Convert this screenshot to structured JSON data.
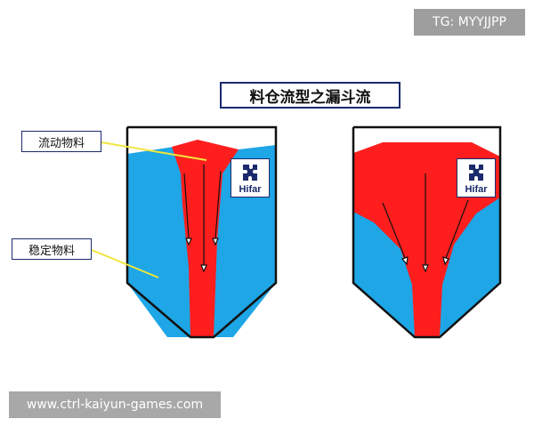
{
  "watermark_top": "TG: MYYJJPP",
  "title": "料仓流型之漏斗流",
  "labels": {
    "flowing_material": "流动物料",
    "stable_material": "稳定物料"
  },
  "logo": {
    "text": "Hifar"
  },
  "watermark_bottom": "www.ctrl-kaiyun-games.com",
  "colors": {
    "flowing": "#ff1e1e",
    "stable": "#1ea6e6",
    "outline": "#111111",
    "leader_line": "#f0e63c",
    "logo_blue": "#1a2a6c"
  }
}
